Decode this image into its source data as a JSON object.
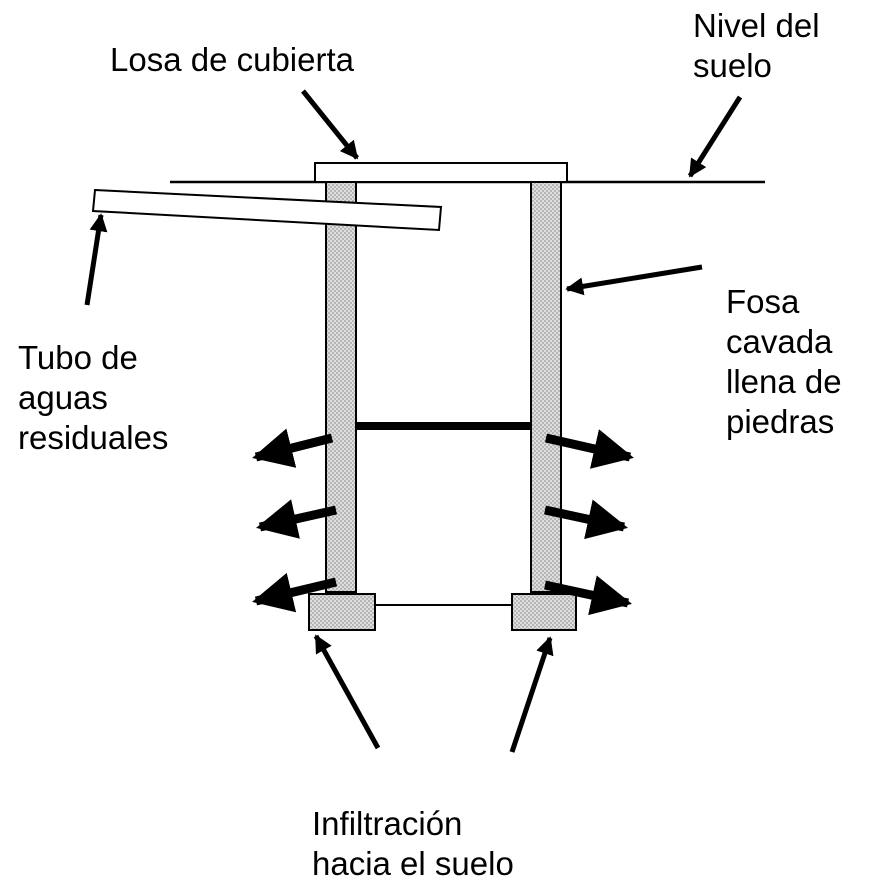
{
  "labels": {
    "roof_slab": "Losa de cubierta",
    "ground_level": [
      "Nivel del",
      "suelo"
    ],
    "pit": [
      "Fosa",
      "cavada",
      "llena de",
      "piedras"
    ],
    "pipe": [
      "Tubo de",
      "aguas",
      "residuales"
    ],
    "infiltration": [
      "Infiltración",
      "hacia el suelo"
    ]
  },
  "colors": {
    "stroke": "#000000",
    "fill": "#ffffff",
    "stone_fill": "#dedede",
    "stone_dot": "#7a7a7a"
  }
}
